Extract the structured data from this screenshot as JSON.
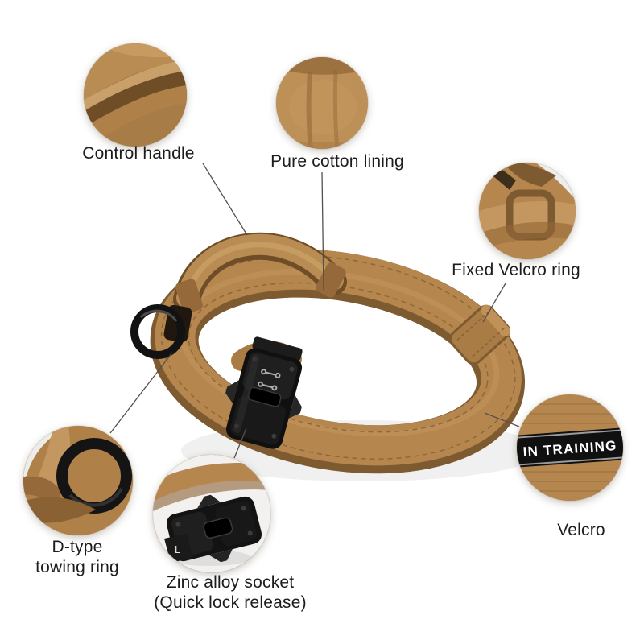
{
  "callouts": [
    {
      "id": "control-handle",
      "label": "Control handle"
    },
    {
      "id": "pure-cotton-lining",
      "label": "Pure cotton lining"
    },
    {
      "id": "fixed-velcro-ring",
      "label": "Fixed Velcro ring"
    },
    {
      "id": "velcro",
      "label": "Velcro",
      "patch_text": "IN TRAINING"
    },
    {
      "id": "d-type-towing-ring",
      "label_line1": "D-type",
      "label_line2": "towing ring"
    },
    {
      "id": "zinc-alloy-socket",
      "label_line1": "Zinc alloy socket",
      "label_line2": "(Quick lock release)",
      "buckle_mark": "L"
    }
  ],
  "colors": {
    "background": "#ffffff",
    "strap_tan": "#b5874f",
    "strap_dark": "#7e5a30",
    "strap_light": "#c89a61",
    "metal_black": "#141414",
    "patch_black": "#101010",
    "patch_text": "#ffffff",
    "label_text": "#1c1c1c",
    "connector_line": "#55504a"
  }
}
